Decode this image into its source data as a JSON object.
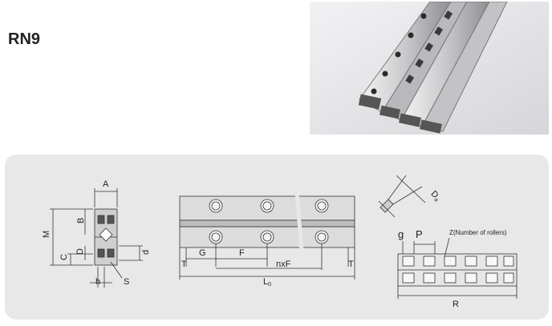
{
  "title": "RN9",
  "section_view": {
    "labels": {
      "A": "A",
      "B": "B",
      "M": "M",
      "C": "C",
      "D": "D",
      "d": "d",
      "h": "h",
      "S": "S"
    }
  },
  "side_view": {
    "labels": {
      "G": "G",
      "F": "F",
      "T_left": "T",
      "T_right": "T",
      "nxF": "nxF",
      "L0": "L",
      "L0_sub": "0"
    }
  },
  "roller_detail": {
    "label": "D",
    "label_sub": "a"
  },
  "cage_view": {
    "labels": {
      "g": "g",
      "P": "P",
      "Z": "Z(Number of rollers)",
      "R": "R"
    }
  },
  "colors": {
    "panel": "#e8e8e8",
    "rail": "#d9d9d9",
    "line": "#333333",
    "photo_bg": "#e4e4e6"
  }
}
